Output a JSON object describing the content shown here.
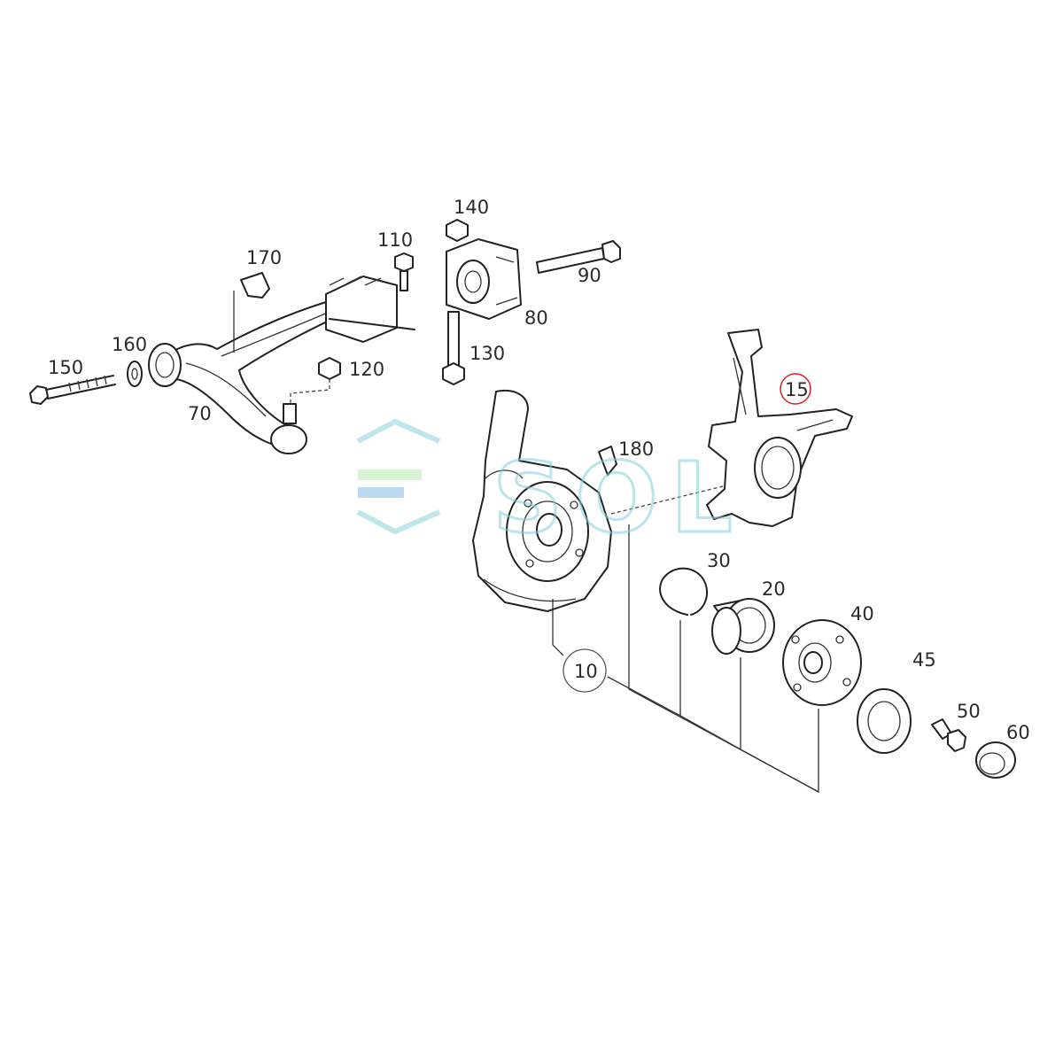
{
  "diagram": {
    "callouts": {
      "p10": "10",
      "p15": "15",
      "p20": "20",
      "p30": "30",
      "p40": "40",
      "p45": "45",
      "p50": "50",
      "p60": "60",
      "p70": "70",
      "p80": "80",
      "p90": "90",
      "p110": "110",
      "p120": "120",
      "p130": "130",
      "p140": "140",
      "p150": "150",
      "p160": "160",
      "p170": "170",
      "p180": "180"
    },
    "highlight_color": "#d62020",
    "line_color": "#222222"
  },
  "watermark": {
    "text": "SOL",
    "color": "#7fd0d8",
    "accent_colors": [
      "#7fd0d8",
      "#a8e6a0",
      "#6aa8e0"
    ]
  }
}
